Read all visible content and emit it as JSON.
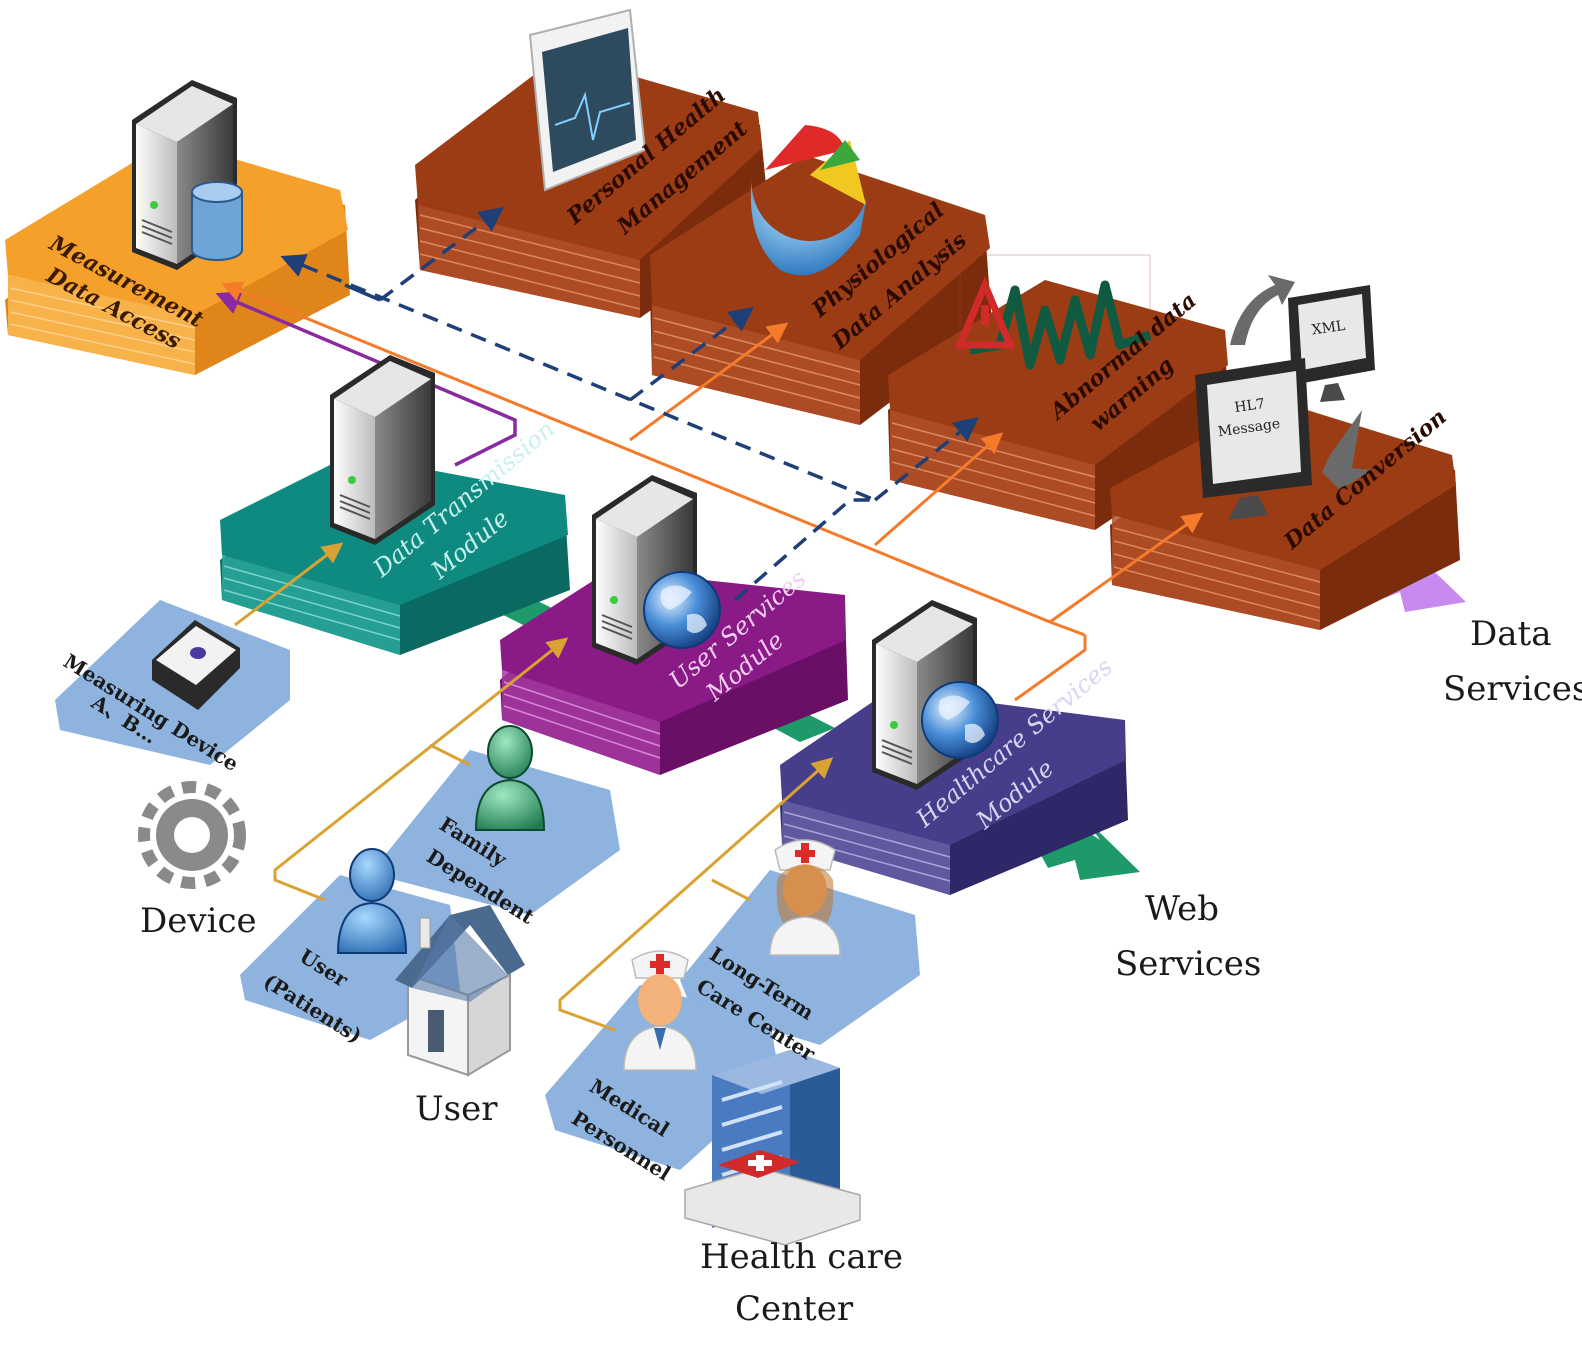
{
  "plates": {
    "measurement": {
      "line1": "Measurement",
      "line2": "Data Access"
    },
    "personal_health": {
      "line1": "Personal Health",
      "line2": "Management"
    },
    "physiological": {
      "line1": "Physiological",
      "line2": "Data Analysis"
    },
    "abnormal": {
      "line1": "Abnormal data",
      "line2": "warning"
    },
    "conversion": {
      "line1": "Data Conversion"
    },
    "transmission": {
      "line1": "Data Transmission",
      "line2": "Module"
    },
    "user_services": {
      "line1": "User Services",
      "line2": "Module"
    },
    "healthcare_services": {
      "line1": "Healthcare Services",
      "line2": "Module"
    }
  },
  "screens": {
    "xml": "XML",
    "hl7_line1": "HL7",
    "hl7_line2": "Message"
  },
  "tiles": {
    "measuring_device": {
      "line1": "Measuring Device",
      "line2": "A、B…"
    },
    "family": {
      "line1": "Family",
      "line2": "Dependent"
    },
    "user": {
      "line1": "User",
      "line2": "(Patients)"
    },
    "long_term": {
      "line1": "Long-Term",
      "line2": "Care Center"
    },
    "medical": {
      "line1": "Medical",
      "line2": "Personnel"
    }
  },
  "outer_labels": {
    "device": "Device",
    "user": "User",
    "health_line1": "Health care",
    "health_line2": "Center",
    "web_line1": "Web",
    "web_line2": "Services",
    "data_line1": "Data",
    "data_line2": "Services"
  },
  "colors": {
    "measurement": "#f5a02a",
    "brown": "#9b3c14",
    "transmission": "#0f8a80",
    "user_services": "#8a1a86",
    "healthcare_services": "#463e8a",
    "tile": "#8db3de",
    "orange_line": "#f57a2a",
    "navy_dash": "#1e3f78",
    "gold_line": "#d9a232",
    "purple_line": "#8a2aa0",
    "green_arrow": "#1e9a6a",
    "lilac_arrow": "#c88af0"
  }
}
